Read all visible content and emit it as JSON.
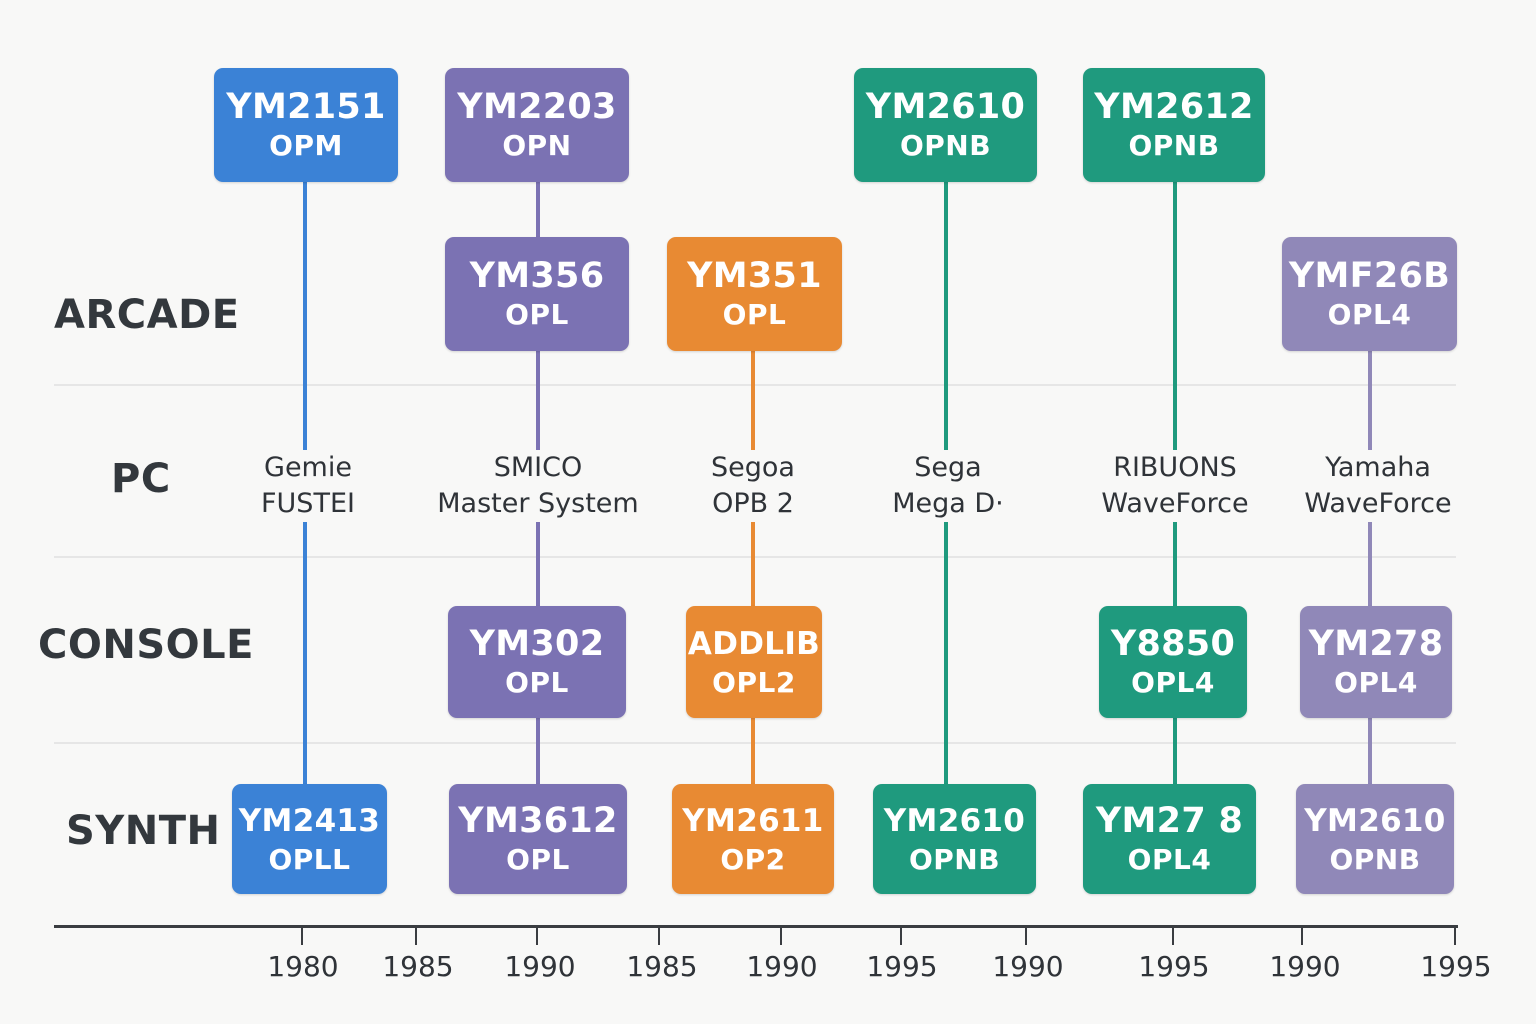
{
  "row_labels": {
    "arcade": "ARCADE",
    "pc": "PC",
    "console": "CONSOLE",
    "synth": "SYNTH"
  },
  "colors": {
    "blue": "#3b82d6",
    "purple": "#7b72b3",
    "orange": "#e88a33",
    "green": "#1f9a7e",
    "lavender": "#9088b8"
  },
  "chips": {
    "ym2151": {
      "model": "YM2151",
      "family": "OPM"
    },
    "ym2203": {
      "model": "YM2203",
      "family": "OPN"
    },
    "ym2610_top": {
      "model": "YM2610",
      "family": "OPNB"
    },
    "ym2612": {
      "model": "YM2612",
      "family": "OPNB"
    },
    "ym356": {
      "model": "YM356",
      "family": "OPL"
    },
    "ym351": {
      "model": "YM351",
      "family": "OPL"
    },
    "ymf26b": {
      "model": "YMF26B",
      "family": "OPL4"
    },
    "ym302": {
      "model": "YM302",
      "family": "OPL"
    },
    "addlib": {
      "model": "ADDLIB",
      "family": "OPL2"
    },
    "y8850": {
      "model": "Y8850",
      "family": "OPL4"
    },
    "ym278": {
      "model": "YM278",
      "family": "OPL4"
    },
    "ym2413": {
      "model": "YM2413",
      "family": "OPLL"
    },
    "ym3612": {
      "model": "YM3612",
      "family": "OPL"
    },
    "ym2611": {
      "model": "YM2611",
      "family": "OP2"
    },
    "ym2610_bottom": {
      "model": "YM2610",
      "family": "OPNB"
    },
    "ym27_8": {
      "model": "YM27 8",
      "family": "OPL4"
    },
    "ym2610_last": {
      "model": "YM2610",
      "family": "OPNB"
    }
  },
  "systems": {
    "s1": {
      "line1": "Gemie",
      "line2": "FUSTEI"
    },
    "s2": {
      "line1": "SMICO",
      "line2": "Master System"
    },
    "s3": {
      "line1": "Segoa",
      "line2": "OPB 2"
    },
    "s4": {
      "line1": "Sega",
      "line2": "Mega D·"
    },
    "s5": {
      "line1": "RIBUONS",
      "line2": "WaveForce"
    },
    "s6": {
      "line1": "Yamaha",
      "line2": "WaveForce"
    }
  },
  "axis": {
    "ticks": [
      "1980",
      "1985",
      "1990",
      "1985",
      "1990",
      "1995",
      "1990",
      "1995",
      "1990",
      "1995"
    ]
  }
}
